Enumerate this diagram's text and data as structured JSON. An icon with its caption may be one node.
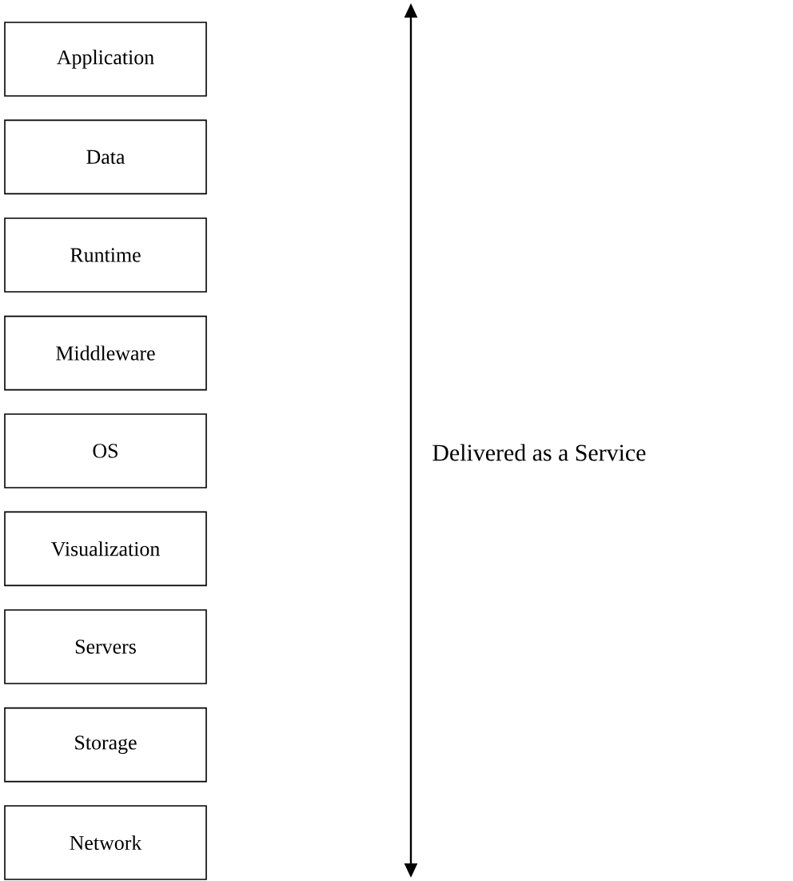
{
  "diagram": {
    "nodes": [
      {
        "text": [
          "Application"
        ]
      },
      {
        "text": [
          "Data"
        ]
      },
      {
        "text": [
          "Runtime"
        ]
      },
      {
        "text": [
          "Middleware"
        ]
      },
      {
        "text": [
          "OS"
        ]
      },
      {
        "text": [
          "Visualization"
        ]
      },
      {
        "text": [
          "Servers"
        ]
      },
      {
        "text": [
          "Storage"
        ]
      },
      {
        "text": [
          "Network"
        ]
      }
    ],
    "labels": [
      "Delivered as a Service"
    ]
  }
}
